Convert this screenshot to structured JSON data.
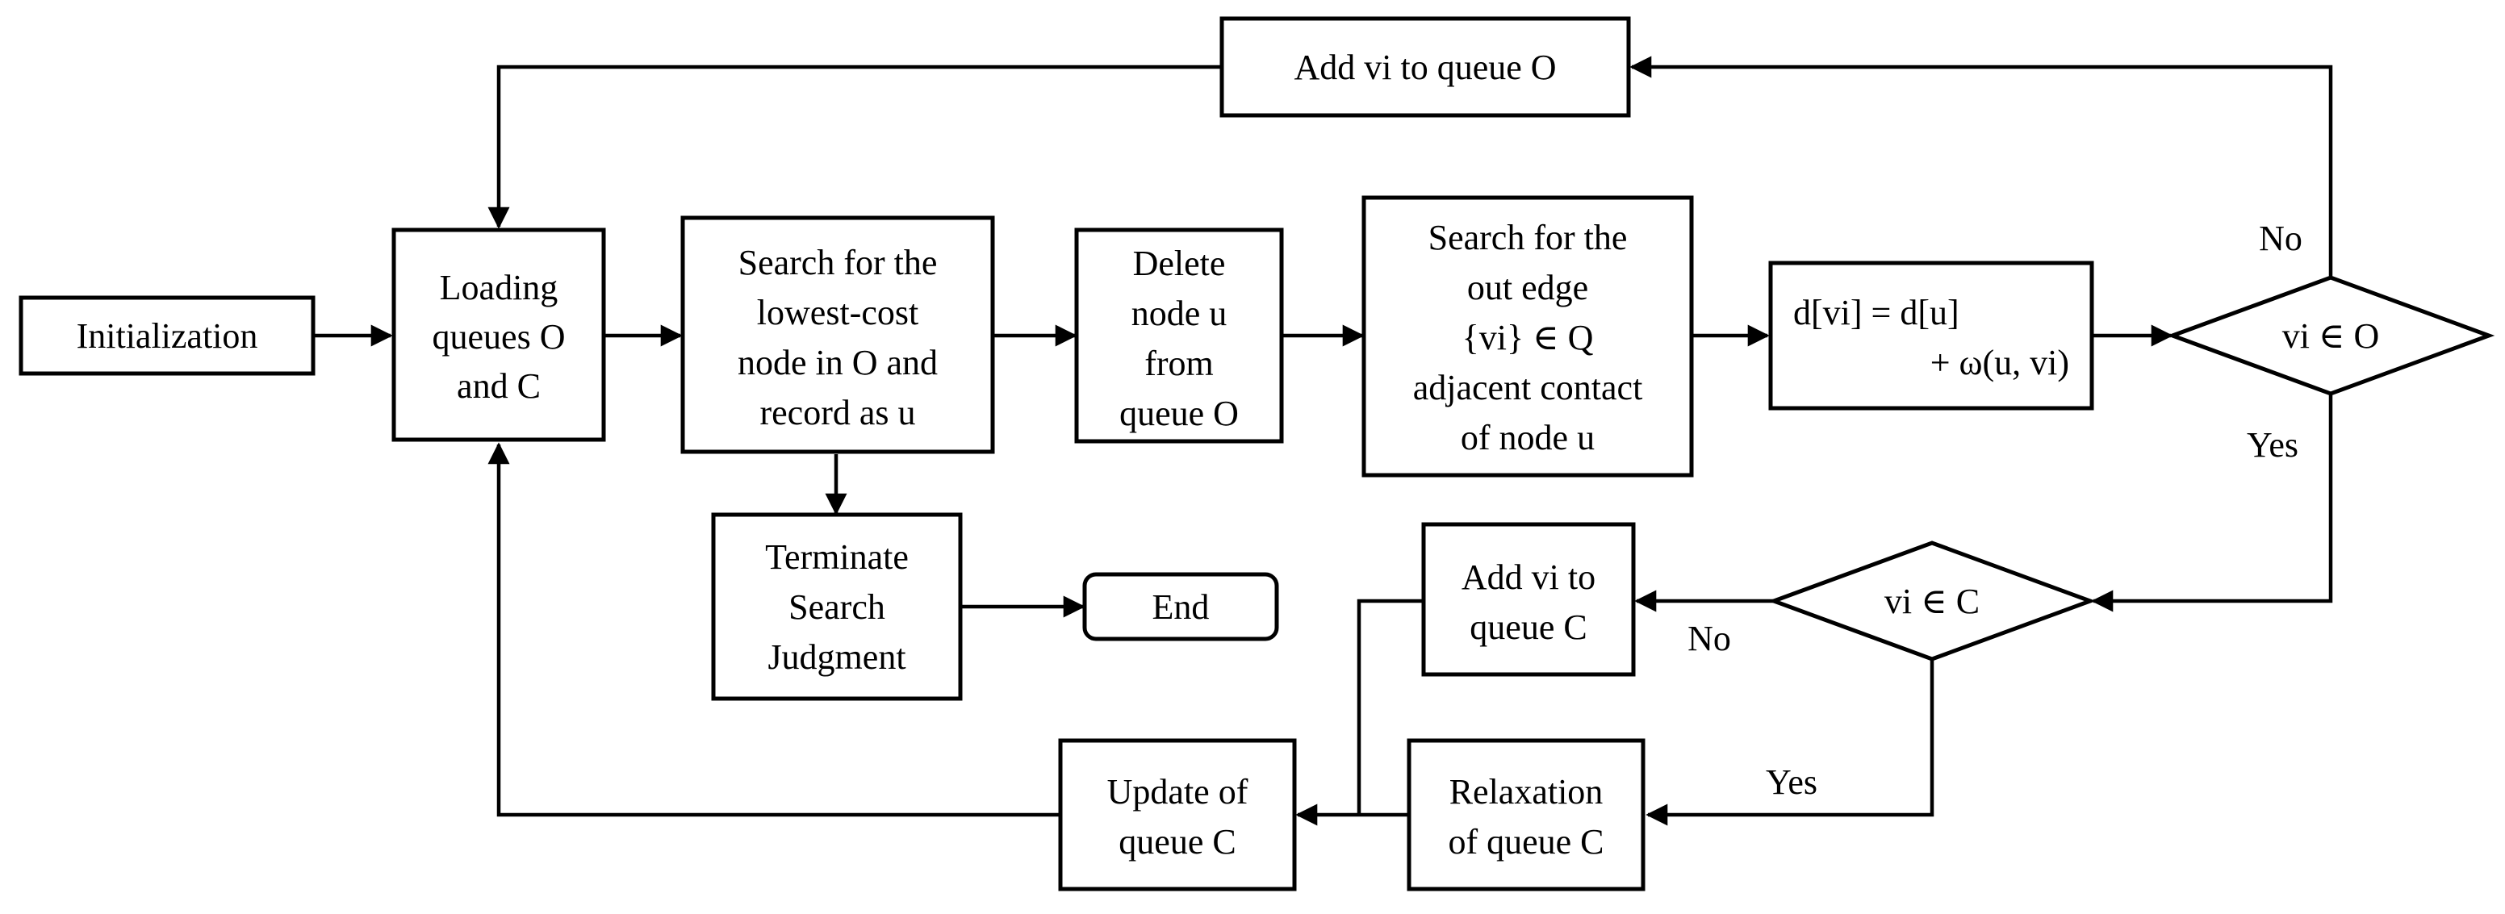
{
  "nodes": {
    "initialization": "Initialization",
    "loading_queues": [
      "Loading",
      "queues O",
      "and C"
    ],
    "search_lowest": [
      "Search for the",
      "lowest-cost",
      "node in O and",
      "record as u"
    ],
    "delete_node": [
      "Delete",
      "node u",
      "from",
      "queue O"
    ],
    "search_out_edge": [
      "Search for the",
      "out edge",
      "{vi} ∈ Q",
      "adjacent contact",
      "of node u"
    ],
    "distance_update": [
      "d[vi] = d[u]",
      "+ ω(u, vi)"
    ],
    "decision_in_o": "vi ∈ O",
    "add_to_o": "Add vi to queue O",
    "decision_in_c": "vi ∈ C",
    "add_to_c": [
      "Add vi to",
      "queue C"
    ],
    "relaxation": [
      "Relaxation",
      "of queue C"
    ],
    "update_c": [
      "Update of",
      "queue C"
    ],
    "terminate": [
      "Terminate",
      "Search",
      "Judgment"
    ],
    "end": "End"
  },
  "edge_labels": {
    "o_no": "No",
    "o_yes": "Yes",
    "c_no": "No",
    "c_yes": "Yes"
  }
}
